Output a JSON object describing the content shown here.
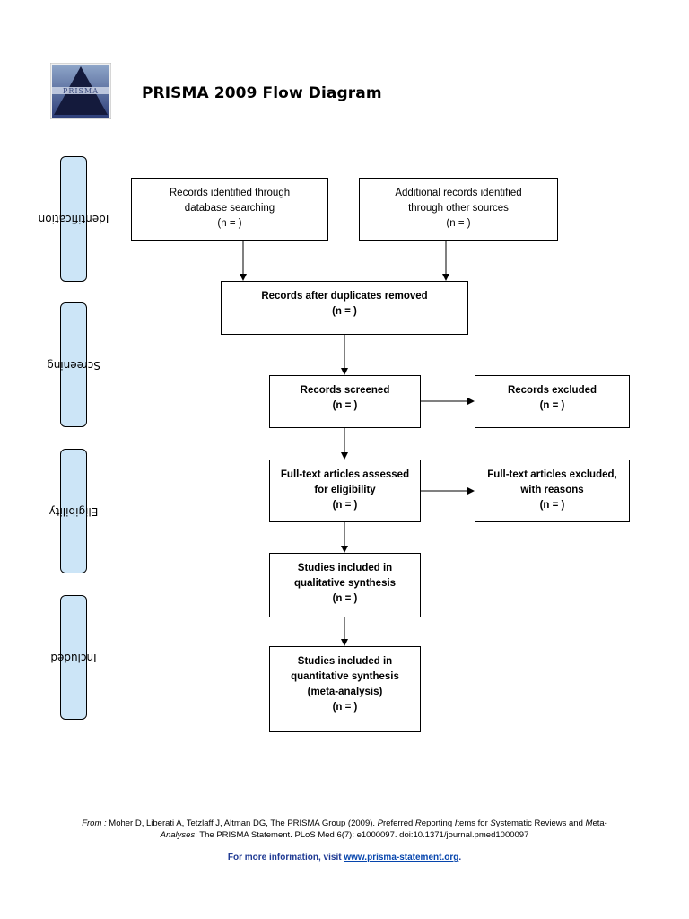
{
  "header": {
    "logo_text": "PRISMA",
    "title": "PRISMA 2009 Flow Diagram"
  },
  "phases": [
    {
      "label": "Identification"
    },
    {
      "label": "Screening"
    },
    {
      "label": "Eligibility"
    },
    {
      "label": "Included"
    }
  ],
  "boxes": {
    "db_search": {
      "line1": "Records identified through",
      "line2": "database searching",
      "count": "(n =  )"
    },
    "other_sources": {
      "line1": "Additional records identified",
      "line2": "through other sources",
      "count": "(n =  )"
    },
    "dup_removed": {
      "line1": "Records after duplicates removed",
      "count": "(n =  )"
    },
    "screened": {
      "line1": "Records screened",
      "count": "(n =  )"
    },
    "excluded": {
      "line1": "Records excluded",
      "count": "(n =  )"
    },
    "fulltext_assessed": {
      "line1": "Full-text articles assessed",
      "line2": "for eligibility",
      "count": "(n =  )"
    },
    "fulltext_excluded": {
      "line1": "Full-text articles excluded,",
      "line2": "with reasons",
      "count": "(n =  )"
    },
    "qualitative": {
      "line1": "Studies included in",
      "line2": "qualitative synthesis",
      "count": "(n =  )"
    },
    "quantitative": {
      "line1": "Studies included in",
      "line2": "quantitative synthesis",
      "line3": "(meta-analysis)",
      "count": "(n =  )"
    }
  },
  "footer": {
    "from_label": "From :",
    "authors": " Moher D, Liberati A, Tetzlaff J, Altman DG, The PRISMA Group (2009). ",
    "p": "P",
    "referred": "referred ",
    "r": "R",
    "eporting": "eporting ",
    "i": "I",
    "tems": "tems for ",
    "s": "S",
    "ystematic": "ystematic Reviews and ",
    "m": "M",
    "eta": "eta-",
    "analyses": "Analyses",
    "rest": ": The PRISMA Statement. PLoS Med 6(7): e1000097. doi:10.1371/journal.pmed1000097",
    "more_info_prefix": "For more information, visit ",
    "link_text": "www.prisma-statement.org",
    "suffix": "."
  }
}
